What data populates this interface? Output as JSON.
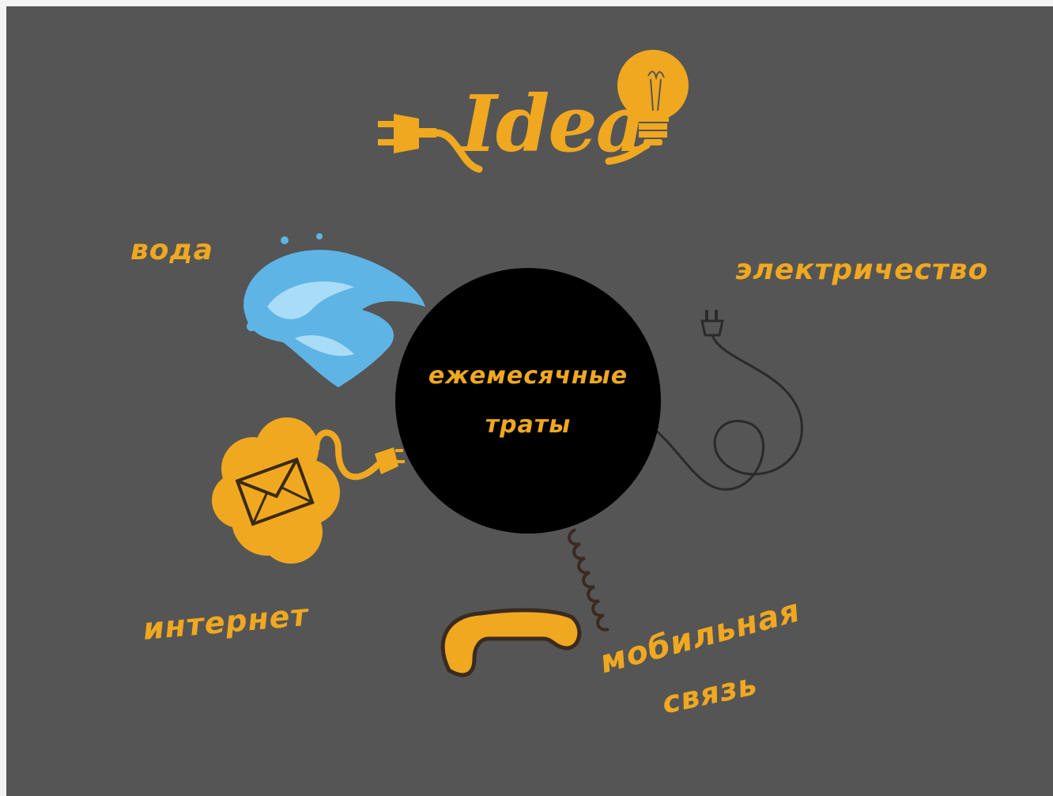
{
  "colors": {
    "background": "#555555",
    "accent": "#f0a820",
    "center_circle": "#000000",
    "water": "#5fb4e6",
    "cord": "#2a2a2a"
  },
  "logo": {
    "text": "Idea",
    "icon": "lightbulb-plug-icon"
  },
  "center": {
    "line1": "ежемесячные",
    "line2": "траты"
  },
  "branches": [
    {
      "label": "вода",
      "icon": "water-splash-icon"
    },
    {
      "label": "электричество",
      "icon": "plug-cord-icon"
    },
    {
      "label": "интернет",
      "icon": "mail-cloud-plug-icon"
    },
    {
      "label_line1": "мобильная",
      "label_line2": "связь",
      "icon": "phone-handset-icon"
    }
  ]
}
